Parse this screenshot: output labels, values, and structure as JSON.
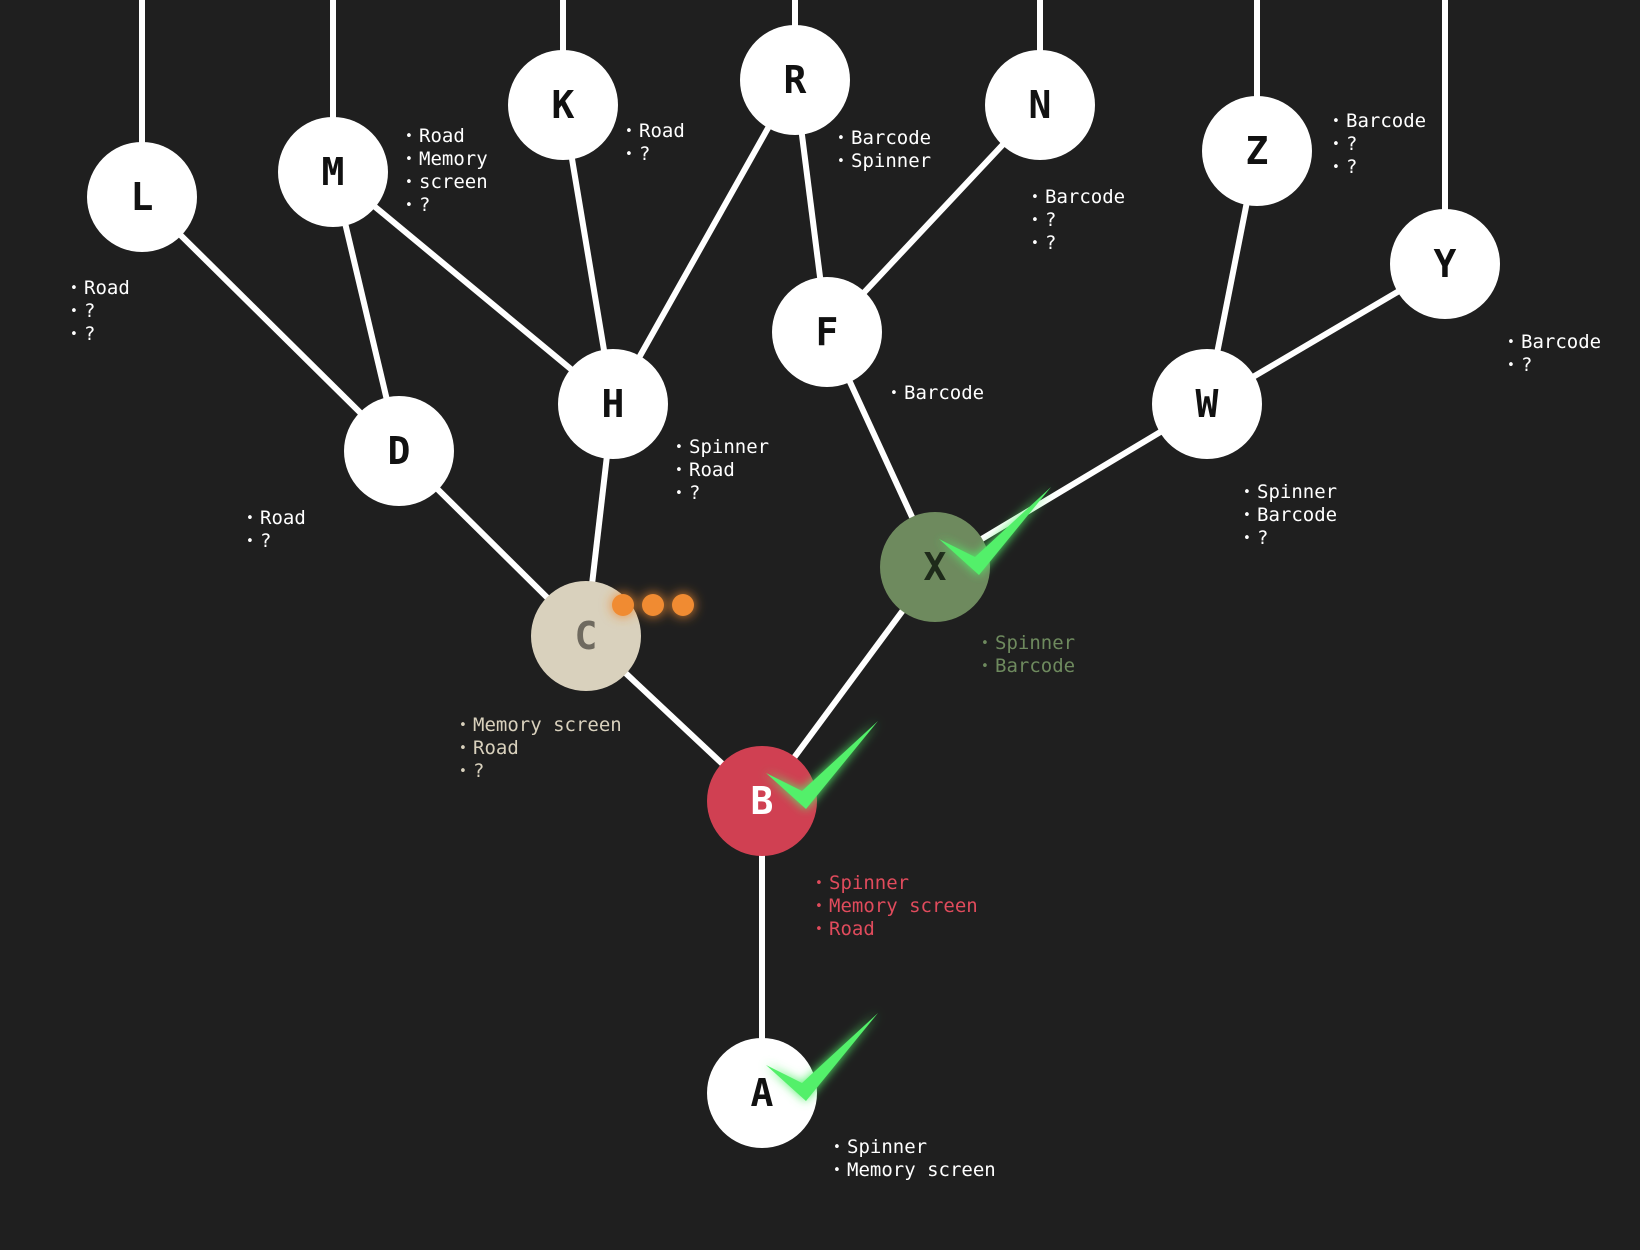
{
  "colors": {
    "background": "#1f1f1f",
    "edge": "#ffffff",
    "node_default": "#ffffff",
    "node_default_text": "#111111",
    "node_b": "#d04052",
    "node_c": "#d9d1bd",
    "node_x": "#6e8a5e",
    "check": "#52f06a",
    "pending_dots": "#f08b33"
  },
  "nodes": [
    {
      "id": "L",
      "label": "L",
      "notes": [
        "Road",
        "?",
        "?"
      ]
    },
    {
      "id": "M",
      "label": "M",
      "notes": [
        "Road",
        "Memory",
        "screen",
        "?"
      ]
    },
    {
      "id": "K",
      "label": "K",
      "notes": [
        "Road",
        "?"
      ]
    },
    {
      "id": "R",
      "label": "R",
      "notes": [
        "Barcode",
        "Spinner"
      ]
    },
    {
      "id": "N",
      "label": "N",
      "notes": [
        "Barcode",
        "?",
        "?"
      ]
    },
    {
      "id": "Z",
      "label": "Z",
      "notes": [
        "Barcode",
        "?",
        "?"
      ]
    },
    {
      "id": "Y",
      "label": "Y",
      "notes": [
        "Barcode",
        "?"
      ]
    },
    {
      "id": "F",
      "label": "F",
      "notes": [
        "Barcode"
      ]
    },
    {
      "id": "H",
      "label": "H",
      "notes": [
        "Spinner",
        "Road",
        "?"
      ]
    },
    {
      "id": "D",
      "label": "D",
      "notes": [
        "Road",
        "?"
      ]
    },
    {
      "id": "W",
      "label": "W",
      "notes": [
        "Spinner",
        "Barcode",
        "?"
      ]
    },
    {
      "id": "X",
      "label": "X",
      "notes": [
        "Spinner",
        "Barcode"
      ],
      "status": "verified",
      "icon": "check-icon"
    },
    {
      "id": "C",
      "label": "C",
      "notes": [
        "Memory screen",
        "Road",
        "?"
      ],
      "status": "pending",
      "icon": "ellipsis-icon"
    },
    {
      "id": "B",
      "label": "B",
      "notes": [
        "Spinner",
        "Memory screen",
        "Road"
      ],
      "status": "verified",
      "icon": "check-icon"
    },
    {
      "id": "A",
      "label": "A",
      "notes": [
        "Spinner",
        "Memory screen"
      ],
      "status": "verified",
      "icon": "check-icon"
    }
  ],
  "edges": [
    [
      "A",
      "B"
    ],
    [
      "B",
      "C"
    ],
    [
      "B",
      "X"
    ],
    [
      "C",
      "D"
    ],
    [
      "C",
      "H"
    ],
    [
      "D",
      "L"
    ],
    [
      "D",
      "M"
    ],
    [
      "H",
      "M"
    ],
    [
      "H",
      "K"
    ],
    [
      "H",
      "R"
    ],
    [
      "X",
      "F"
    ],
    [
      "X",
      "W"
    ],
    [
      "F",
      "R"
    ],
    [
      "F",
      "N"
    ],
    [
      "W",
      "Z"
    ],
    [
      "W",
      "Y"
    ]
  ],
  "upward_edges_from": [
    "L",
    "M",
    "K",
    "R",
    "N",
    "Z",
    "Y"
  ]
}
